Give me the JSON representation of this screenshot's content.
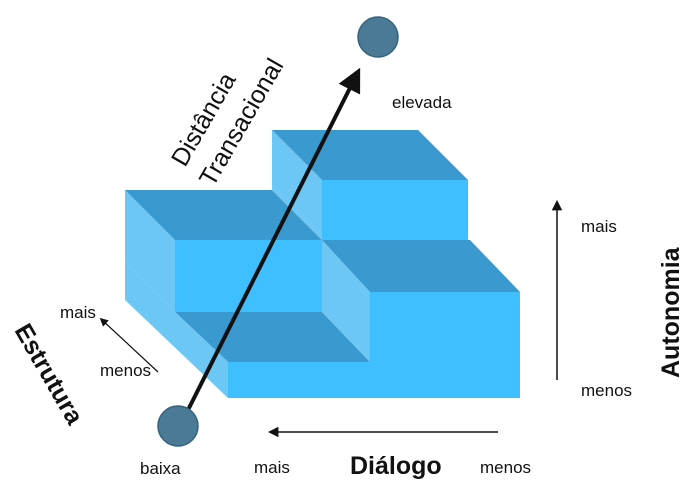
{
  "labels": {
    "transactional_distance_line1": "Distância",
    "transactional_distance_line2": "Transacional",
    "high": "elevada",
    "low": "baixa",
    "autonomy": "Autonomia",
    "autonomy_more": "mais",
    "autonomy_less": "menos",
    "structure": "Estrutura",
    "structure_more": "mais",
    "structure_less": "menos",
    "dialogue": "Diálogo",
    "dialogue_more": "mais",
    "dialogue_less": "menos"
  },
  "colors": {
    "block_front": "#3fbfff",
    "block_top": "#3a9ad0",
    "block_side": "#6cc7f5",
    "block_edge": "#2f8fc6",
    "node": "#4a7a96",
    "ink": "#111111"
  }
}
